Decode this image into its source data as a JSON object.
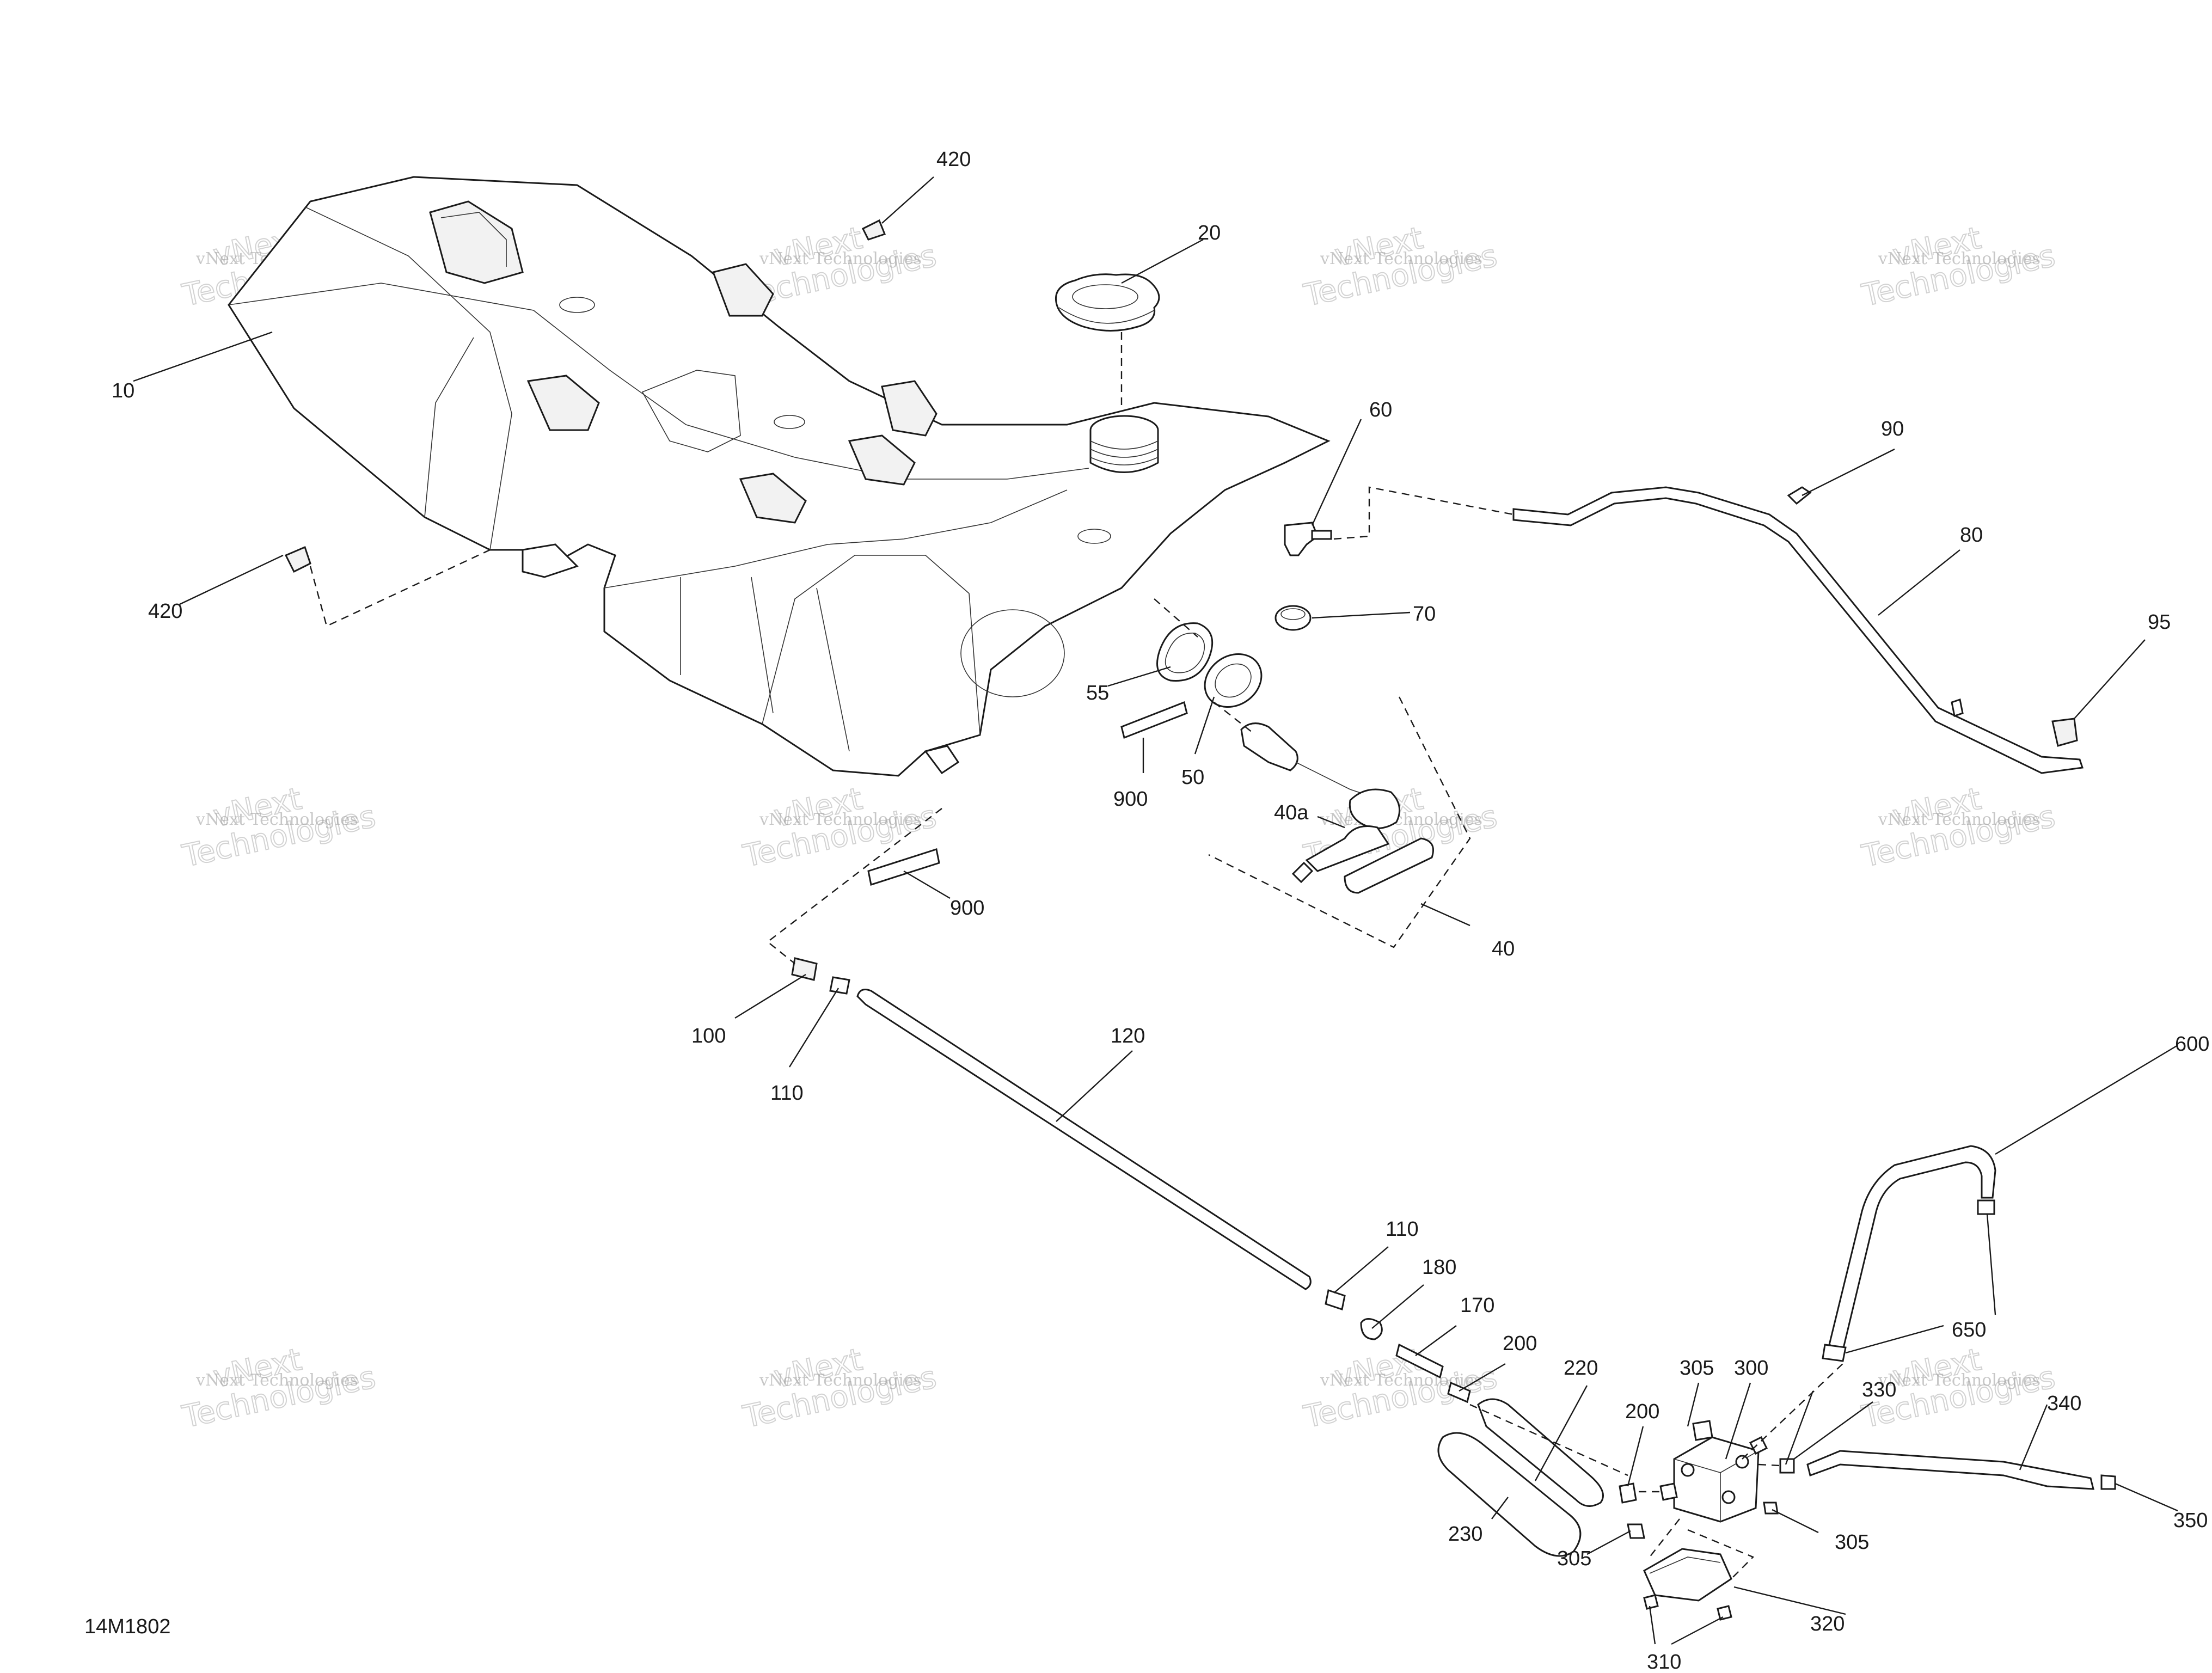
{
  "drawing_code": "14M1802",
  "watermark": {
    "line1": "vNext",
    "line2": "Technologies",
    "line3": "vNext Technologies"
  },
  "callouts": {
    "c10": "10",
    "c20": "20",
    "c40": "40",
    "c40a": "40a",
    "c50": "50",
    "c55": "55",
    "c60": "60",
    "c70": "70",
    "c80": "80",
    "c90": "90",
    "c95": "95",
    "c100": "100",
    "c110a": "110",
    "c110b": "110",
    "c120": "120",
    "c170": "170",
    "c180": "180",
    "c200a": "200",
    "c200b": "200",
    "c220": "220",
    "c230": "230",
    "c300": "300",
    "c305a": "305",
    "c305b": "305",
    "c305c": "305",
    "c310": "310",
    "c320": "320",
    "c330": "330",
    "c340": "340",
    "c350": "350",
    "c420a": "420",
    "c420b": "420",
    "c600": "600",
    "c650": "650",
    "c900a": "900",
    "c900b": "900"
  }
}
